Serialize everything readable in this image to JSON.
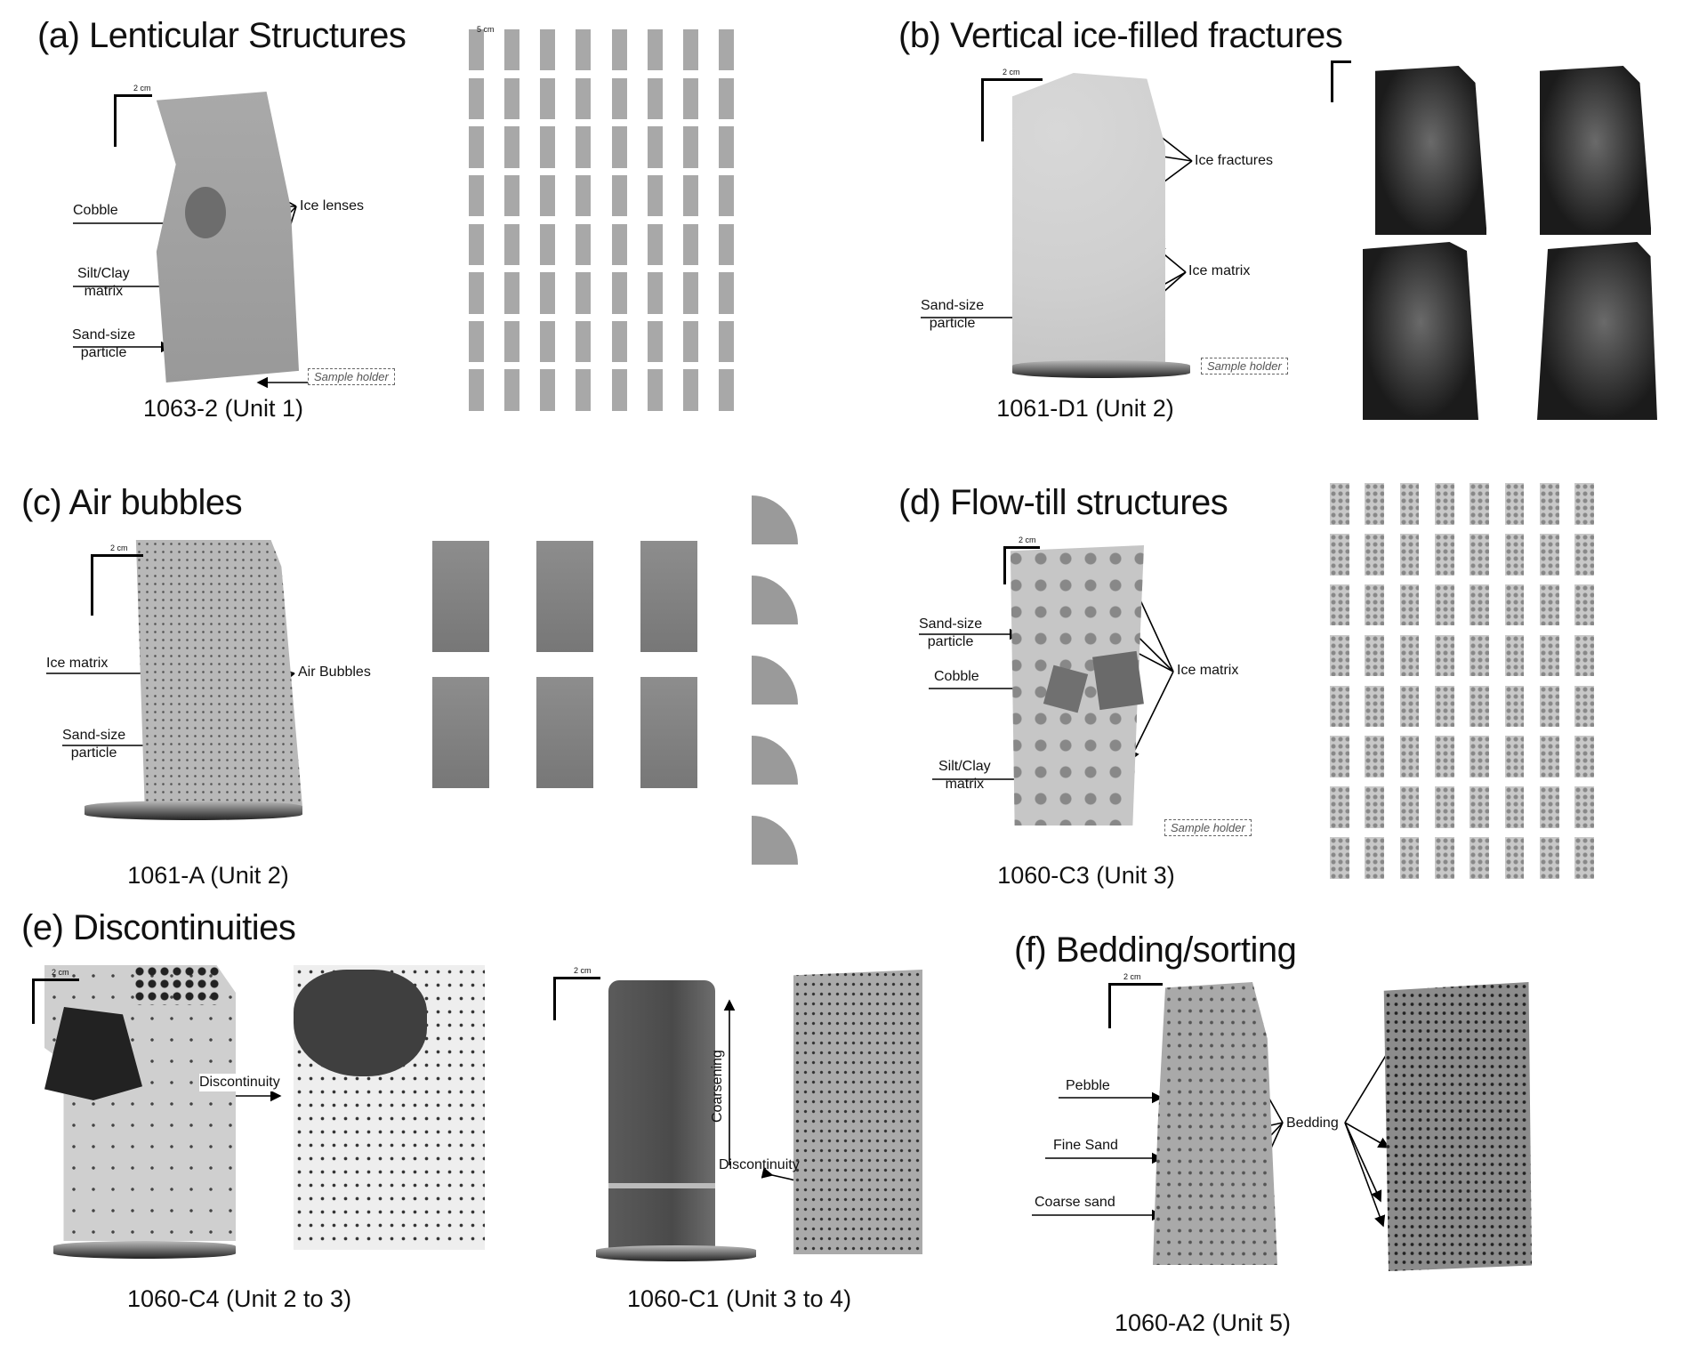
{
  "scale_labels": {
    "two_cm": "2 cm",
    "five_cm": "5 cm"
  },
  "panels": {
    "a": {
      "title": "(a) Lenticular Structures",
      "caption": "1063-2 (Unit 1)",
      "labels": {
        "cobble": "Cobble",
        "ice_lenses": "Ice lenses",
        "silt_clay_1": "Silt/Clay",
        "silt_clay_2": "matrix",
        "sand_1": "Sand-size",
        "sand_2": "particle",
        "holder": "Sample holder"
      }
    },
    "b": {
      "title": "(b) Vertical ice-filled fractures",
      "caption": "1061-D1 (Unit 2)",
      "labels": {
        "ice_fractures": "Ice fractures",
        "ice_matrix": "Ice matrix",
        "sand_1": "Sand-size",
        "sand_2": "particle",
        "holder": "Sample holder"
      }
    },
    "c": {
      "title": "(c) Air bubbles",
      "caption": "1061-A (Unit 2)",
      "labels": {
        "ice_matrix": "Ice matrix",
        "air_bubbles": "Air Bubbles",
        "sand_1": "Sand-size",
        "sand_2": "particle"
      }
    },
    "d": {
      "title": "(d) Flow-till structures",
      "caption": "1060-C3 (Unit 3)",
      "labels": {
        "sand_1": "Sand-size",
        "sand_2": "particle",
        "cobble": "Cobble",
        "silt_clay_1": "Silt/Clay",
        "silt_clay_2": "matrix",
        "ice_matrix": "Ice matrix",
        "holder": "Sample holder"
      }
    },
    "e": {
      "title": "(e) Discontinuities",
      "caption_left": "1060-C4 (Unit 2 to 3)",
      "caption_right": "1060-C1 (Unit 3 to 4)",
      "labels": {
        "discontinuity_left": "Discontinuity",
        "coarsening": "Coarsening",
        "discontinuity_right": "Discontinuity"
      }
    },
    "f": {
      "title": "(f) Bedding/sorting",
      "caption": "1060-A2 (Unit 5)",
      "labels": {
        "pebble": "Pebble",
        "fine_sand": "Fine Sand",
        "coarse_sand": "Coarse sand",
        "bedding": "Bedding"
      }
    }
  }
}
